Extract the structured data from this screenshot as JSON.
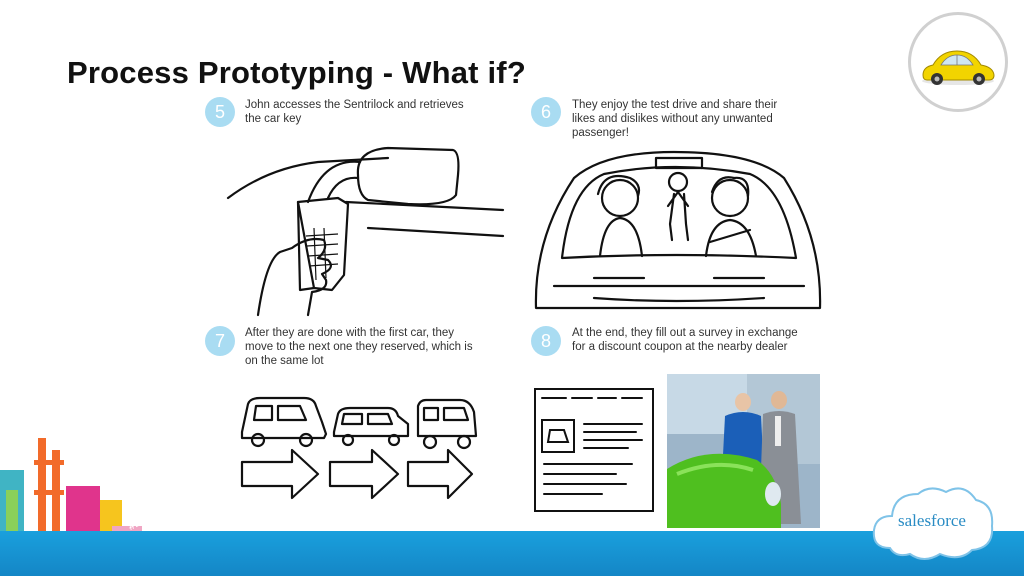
{
  "slide": {
    "title": "Process Prototyping - What if?"
  },
  "steps": [
    {
      "number": "5",
      "text_lines": [
        "John accesses the Sentrilock and retrieves",
        "the car key"
      ]
    },
    {
      "number": "6",
      "text_lines": [
        "They enjoy the test drive and share their",
        "likes and dislikes without any unwanted",
        "passenger!"
      ]
    },
    {
      "number": "7",
      "text_lines": [
        "After they are done with the first car, they",
        "move to the next one they reserved, which is",
        "on the same lot"
      ]
    },
    {
      "number": "8",
      "text_lines": [
        "At the end, they fill out a survey in exchange",
        "for a discount coupon at the nearby dealer"
      ]
    }
  ],
  "branding": {
    "salesforce_logo_text": "salesforce",
    "event_badge": "#DF13"
  },
  "colors": {
    "step_circle": "#a9dcf2",
    "footer_blue": "#1aa0dd",
    "car_yellow": "#f2d400",
    "photo_car_green": "#4fbf1f"
  }
}
